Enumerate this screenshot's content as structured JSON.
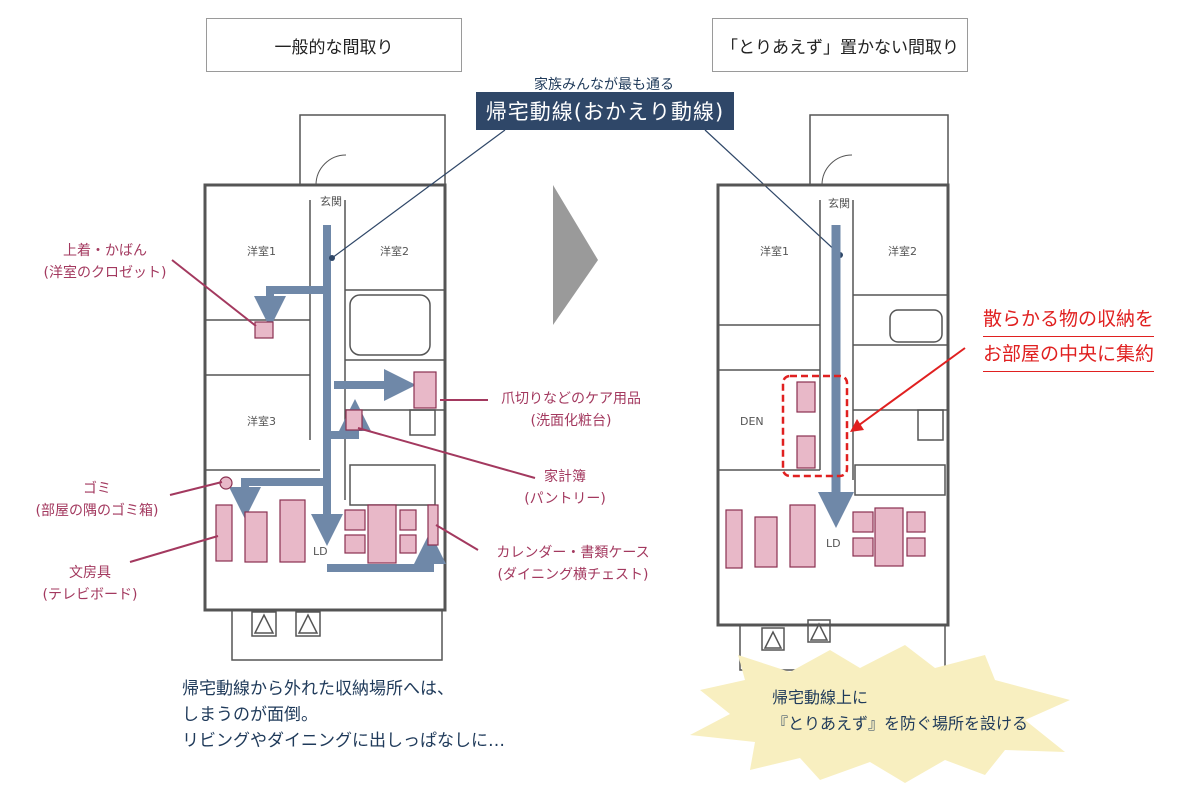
{
  "titles": {
    "left": "一般的な間取り",
    "right": "「とりあえず」置かない間取り"
  },
  "banner": {
    "subtitle": "家族みんなが最も通る",
    "title": "帰宅動線(おかえり動線)"
  },
  "rooms": {
    "entrance": "玄関",
    "western1": "洋室1",
    "western2": "洋室2",
    "western3": "洋室3",
    "ld": "LD",
    "den": "DEN"
  },
  "left_labels": {
    "coat": {
      "line1": "上着・かばん",
      "line2": "(洋室のクロゼット)"
    },
    "trash": {
      "line1": "ゴミ",
      "line2": "(部屋の隅のゴミ箱)"
    },
    "stationery": {
      "line1": "文房具",
      "line2": "(テレビボード)"
    },
    "nail": {
      "line1": "爪切りなどのケア用品",
      "line2": "(洗面化粧台)"
    },
    "budget": {
      "line1": "家計簿",
      "line2": "(パントリー)"
    },
    "calendar": {
      "line1": "カレンダー・書類ケース",
      "line2": "(ダイニング横チェスト)"
    }
  },
  "red_note": {
    "line1": "散らかる物の収納を",
    "line2": "お部屋の中央に集約"
  },
  "bottom_note": {
    "line1": "帰宅動線から外れた収納場所へは、",
    "line2": "しまうのが面倒。",
    "line3": "リビングやダイニングに出しっぱなしに…"
  },
  "star_note": {
    "line1": "帰宅動線上に",
    "line2": "『とりあえず』を防ぐ場所を設ける"
  },
  "colors": {
    "arrow": "#6f88a8",
    "banner": "#2f4768",
    "label": "#a3395f",
    "storage_fill": "#e8b8c8",
    "red": "#e02020",
    "star": "#f8efc0",
    "wall": "#555555"
  }
}
